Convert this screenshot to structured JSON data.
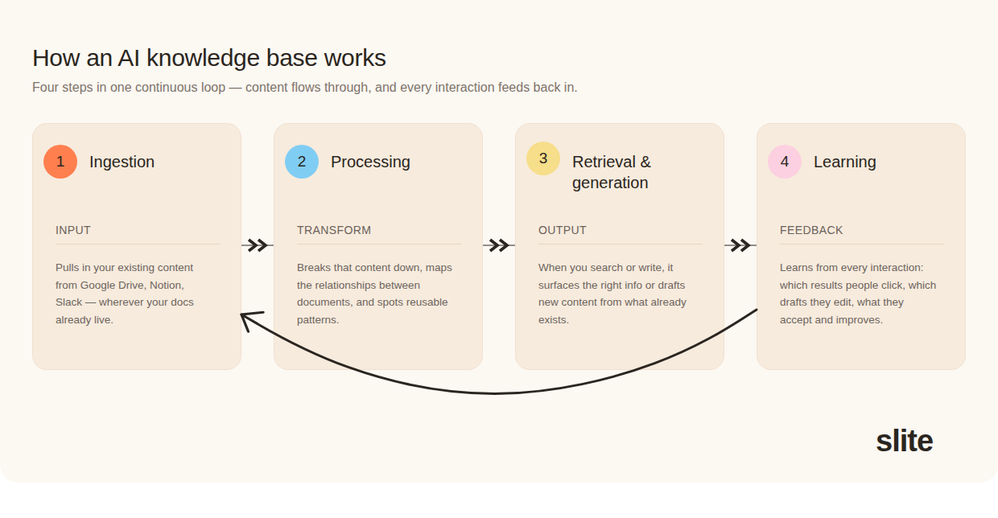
{
  "diagram": {
    "title": "How an AI knowledge base works",
    "caption": "Four steps in one continuous loop — content flows through, and every interaction feeds back in.",
    "nodes": [
      {
        "text": [
          "Ingestion",
          "INPUT",
          "Pulls in your existing content from Google Drive, Notion, Slack — wherever your docs already live."
        ]
      },
      {
        "text": [
          "1"
        ],
        "in": 0
      },
      {
        "text": [
          "Processing",
          "TRANSFORM",
          "Breaks that content down, maps the relationships between documents, and spots reusable patterns."
        ]
      },
      {
        "text": [
          "2"
        ],
        "in": 2
      },
      {
        "text": [
          "Retrieval & generation",
          "OUTPUT",
          "When you search or write, it surfaces the right info or drafts new content from what already exists."
        ]
      },
      {
        "text": [
          "3"
        ],
        "in": 4
      },
      {
        "text": [
          "Learning",
          "FEEDBACK",
          "Learns from every interaction: which results people click, which drafts they edit, what they accept and improves."
        ]
      },
      {
        "text": [
          "4"
        ],
        "in": 6
      }
    ],
    "edges": [
      {
        "from": 0,
        "to": 2,
        "arrow": "to"
      },
      {
        "from": 2,
        "to": 4,
        "arrow": "to"
      },
      {
        "from": 4,
        "to": 6,
        "arrow": "to"
      },
      {
        "from": 6,
        "to": 0,
        "arrow": "to"
      }
    ],
    "labels": [
      "slite"
    ]
  }
}
